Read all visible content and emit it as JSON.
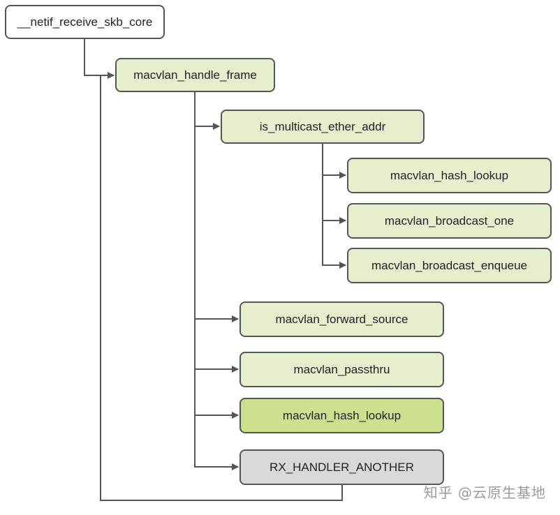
{
  "colors": {
    "node_white": "#ffffff",
    "node_green": "#e5efcc",
    "node_highlight": "#cce08e",
    "node_gray": "#d9d9d9",
    "edge": "#555555"
  },
  "nodes": [
    {
      "id": "netif_receive_skb_core",
      "label": "__netif_receive_skb_core",
      "fill": "white"
    },
    {
      "id": "macvlan_handle_frame",
      "label": "macvlan_handle_frame",
      "fill": "green"
    },
    {
      "id": "is_multicast_ether_addr",
      "label": "is_multicast_ether_addr",
      "fill": "green"
    },
    {
      "id": "macvlan_hash_lookup_1",
      "label": "macvlan_hash_lookup",
      "fill": "green"
    },
    {
      "id": "macvlan_broadcast_one",
      "label": "macvlan_broadcast_one",
      "fill": "green"
    },
    {
      "id": "macvlan_broadcast_enqueue",
      "label": "macvlan_broadcast_enqueue",
      "fill": "green"
    },
    {
      "id": "macvlan_forward_source",
      "label": "macvlan_forward_source",
      "fill": "green"
    },
    {
      "id": "macvlan_passthru",
      "label": "macvlan_passthru",
      "fill": "green"
    },
    {
      "id": "macvlan_hash_lookup_2",
      "label": "macvlan_hash_lookup",
      "fill": "highlight"
    },
    {
      "id": "rx_handler_another",
      "label": "RX_HANDLER_ANOTHER",
      "fill": "gray"
    }
  ],
  "edges": [
    {
      "from": "netif_receive_skb_core",
      "to": "macvlan_handle_frame"
    },
    {
      "from": "macvlan_handle_frame",
      "to": "is_multicast_ether_addr"
    },
    {
      "from": "is_multicast_ether_addr",
      "to": "macvlan_hash_lookup_1"
    },
    {
      "from": "is_multicast_ether_addr",
      "to": "macvlan_broadcast_one"
    },
    {
      "from": "is_multicast_ether_addr",
      "to": "macvlan_broadcast_enqueue"
    },
    {
      "from": "macvlan_handle_frame",
      "to": "macvlan_forward_source"
    },
    {
      "from": "macvlan_handle_frame",
      "to": "macvlan_passthru"
    },
    {
      "from": "macvlan_handle_frame",
      "to": "macvlan_hash_lookup_2"
    },
    {
      "from": "macvlan_handle_frame",
      "to": "rx_handler_another"
    },
    {
      "from": "rx_handler_another",
      "to": "macvlan_handle_frame"
    }
  ],
  "watermark": "知乎 @云原生基地"
}
